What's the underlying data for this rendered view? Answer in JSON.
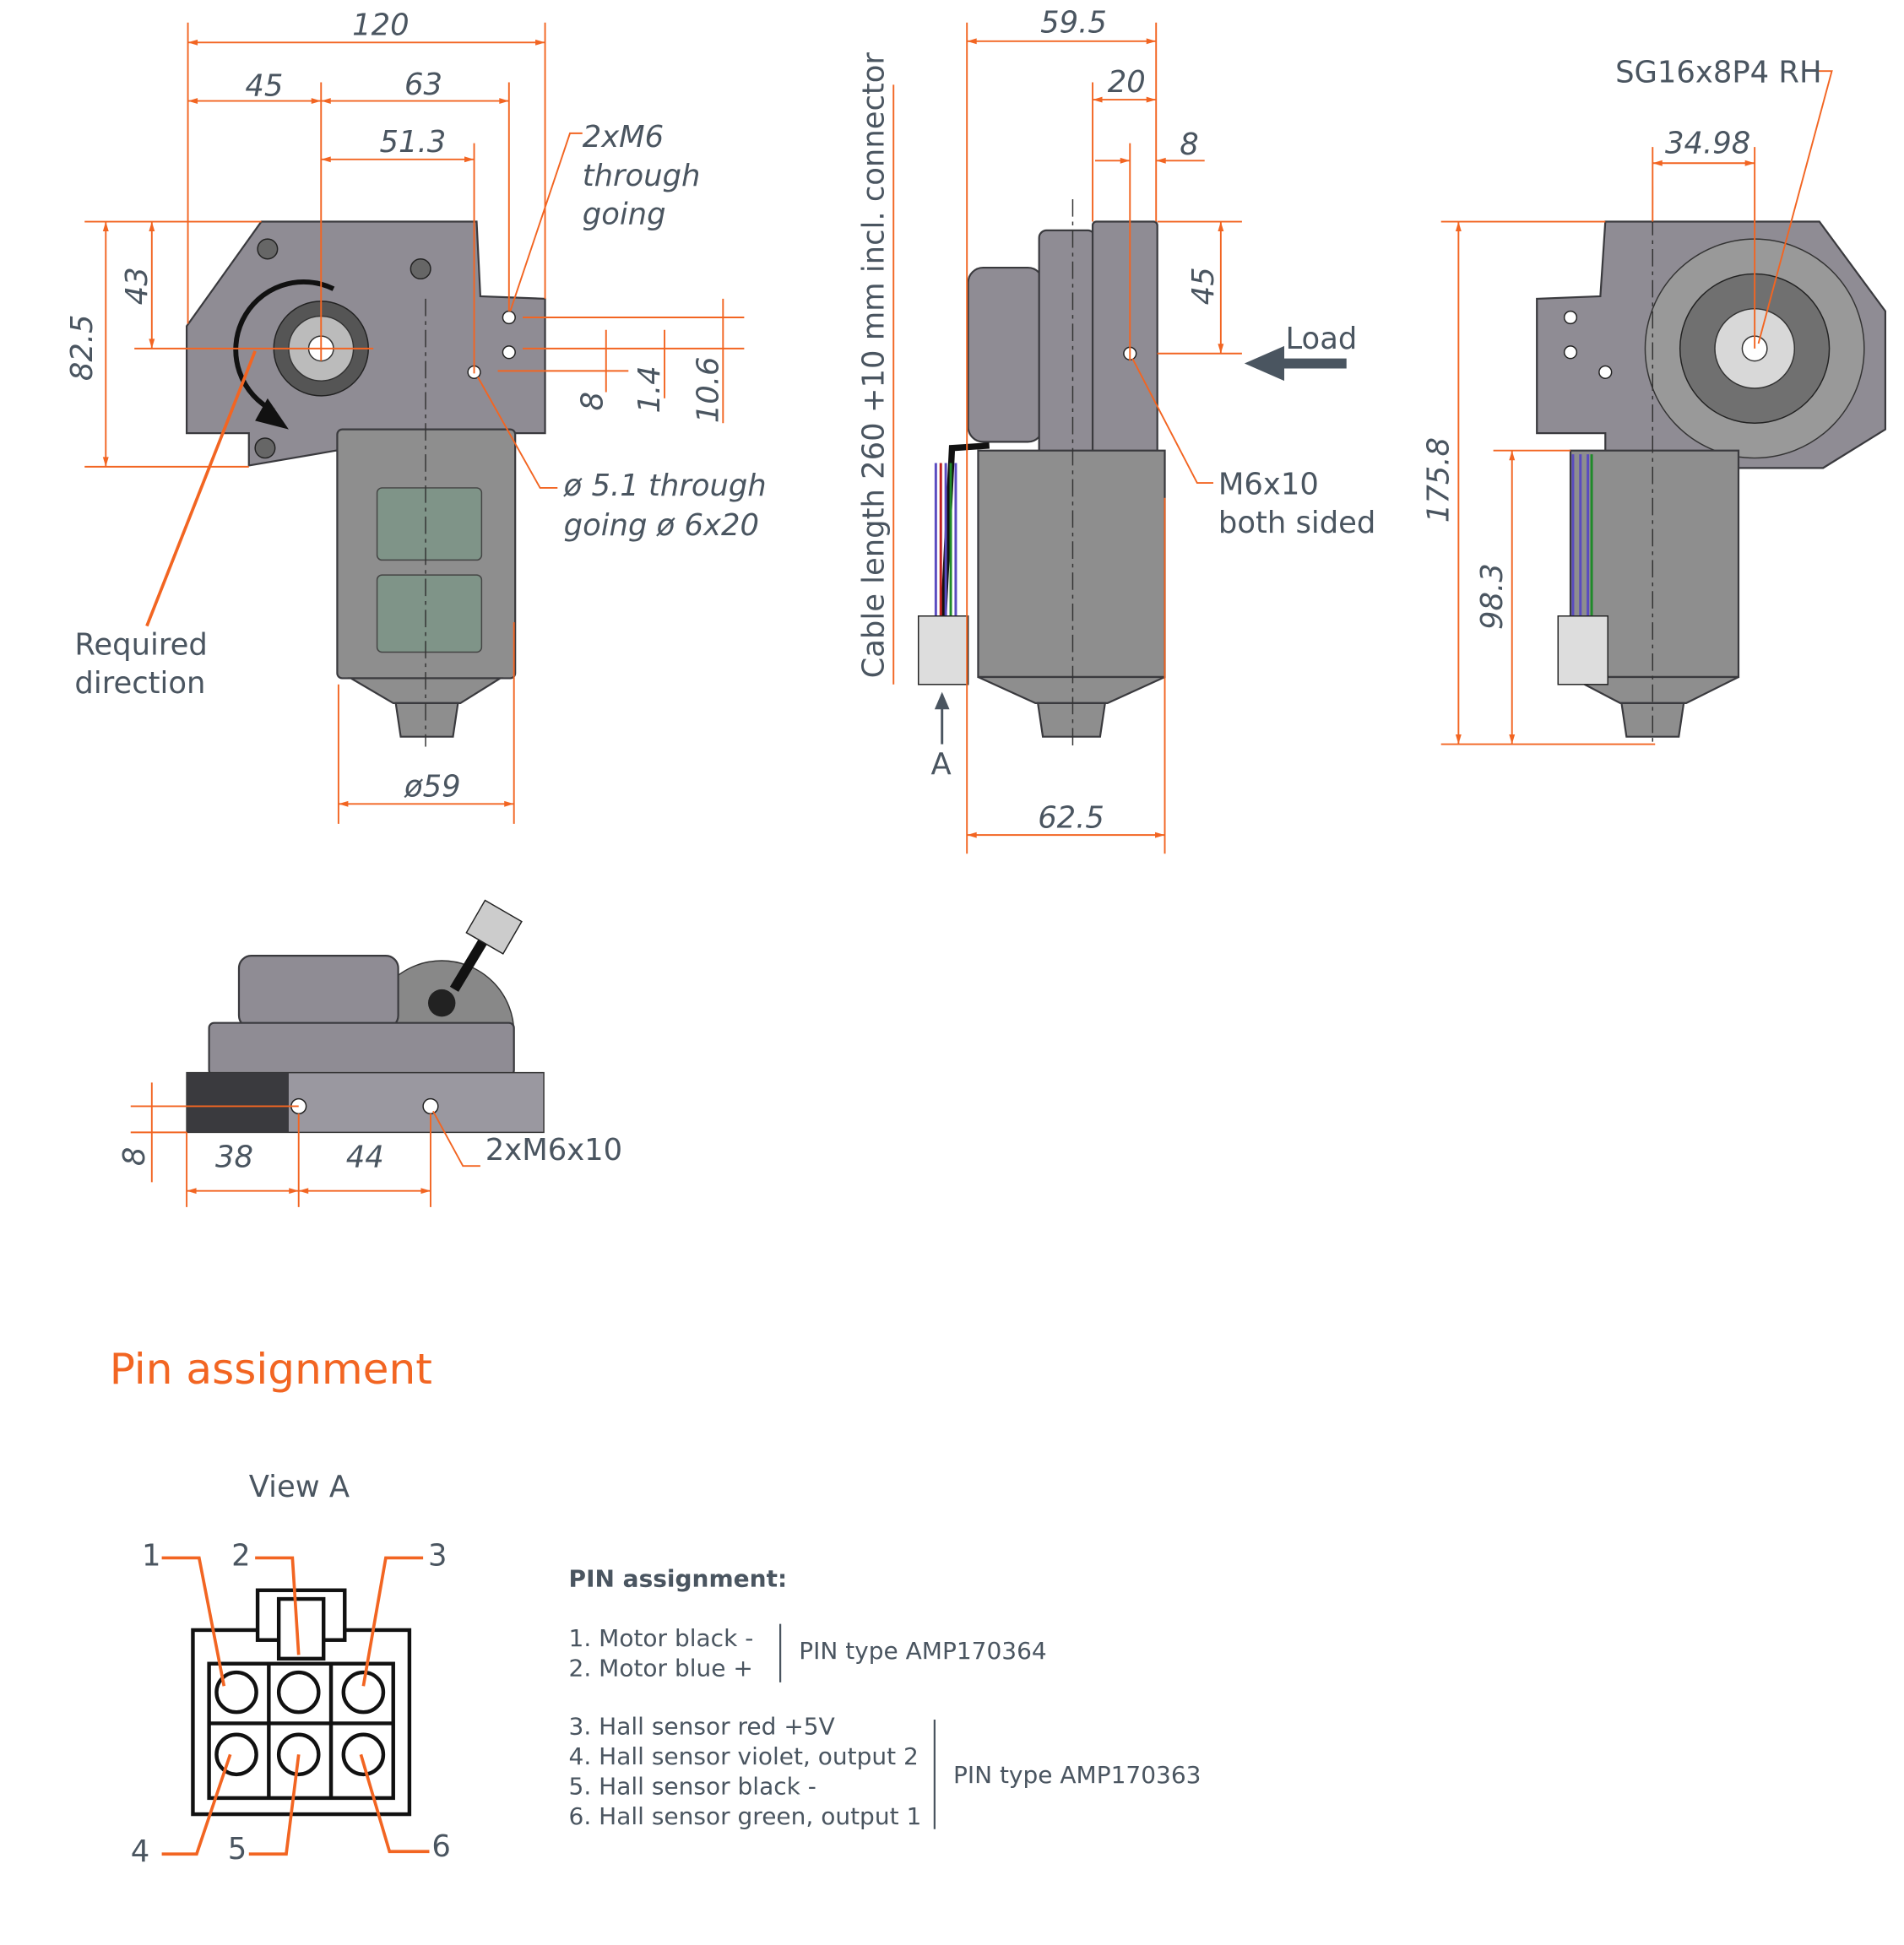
{
  "front_view": {
    "dims": {
      "width_total": "120",
      "left": "45",
      "right": "63",
      "hole_offset": "51.3",
      "height_total": "82.5",
      "height_upper": "43",
      "v1": "8",
      "v2": "1.4",
      "v3": "10.6",
      "motor_dia": "ø59"
    },
    "notes": {
      "m6_l1": "2xM6",
      "m6_l2": "through",
      "m6_l3": "going",
      "hole_l1": "ø 5.1 through",
      "hole_l2": "going ø 6x20",
      "dir_l1": "Required",
      "dir_l2": "direction"
    }
  },
  "side_view": {
    "dims": {
      "top": "59.5",
      "d20": "20",
      "d8": "8",
      "d45": "45",
      "bottom": "62.5"
    },
    "cable_label": "Cable length 260 +10 mm incl. connector",
    "load_label": "Load",
    "view_marker": "A",
    "note_l1": "M6x10",
    "note_l2": "both sided"
  },
  "rear_view": {
    "gear_label": "SG16x8P4 RH",
    "dims": {
      "d1": "34.98",
      "height": "175.8",
      "motor_h": "98.3"
    }
  },
  "bottom_view": {
    "dims": {
      "d8": "8",
      "d38": "38",
      "d44": "44"
    },
    "note": "2xM6x10"
  },
  "pin_section": {
    "title": "Pin assignment",
    "view_label": "View A",
    "pin_numbers": [
      "1",
      "2",
      "3",
      "4",
      "5",
      "6"
    ],
    "list_title": "PIN assignment:",
    "group1": [
      "1. Motor black -",
      "2. Motor blue +"
    ],
    "group1_type": "PIN type AMP170364",
    "group2": [
      "3. Hall sensor red +5V",
      "4. Hall sensor violet, output 2",
      "5. Hall sensor black -",
      "6. Hall sensor green, output 1"
    ],
    "group2_type": "PIN type AMP170363"
  },
  "colors": {
    "accent": "#f26522",
    "text": "#4a5560"
  }
}
